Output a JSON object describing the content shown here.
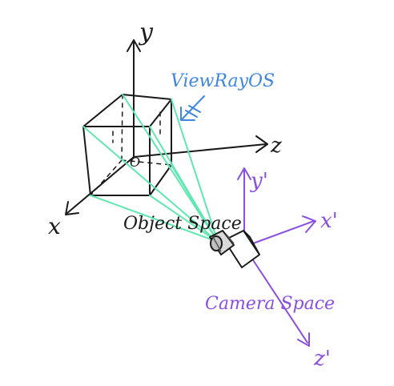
{
  "labels": {
    "object_y": "y",
    "object_z": "z",
    "object_x": "x",
    "origin": "O",
    "view_ray": "ViewRayOS",
    "object_space": "Object Space",
    "camera_y": "y'",
    "camera_x": "x'",
    "camera_z": "z'",
    "camera_space": "Camera Space"
  },
  "colors": {
    "ink": "#1a1a1a",
    "ray": "#5ee8b0",
    "camera_axes": "#8a4fe0",
    "view_ray_label": "#3f86e0"
  }
}
